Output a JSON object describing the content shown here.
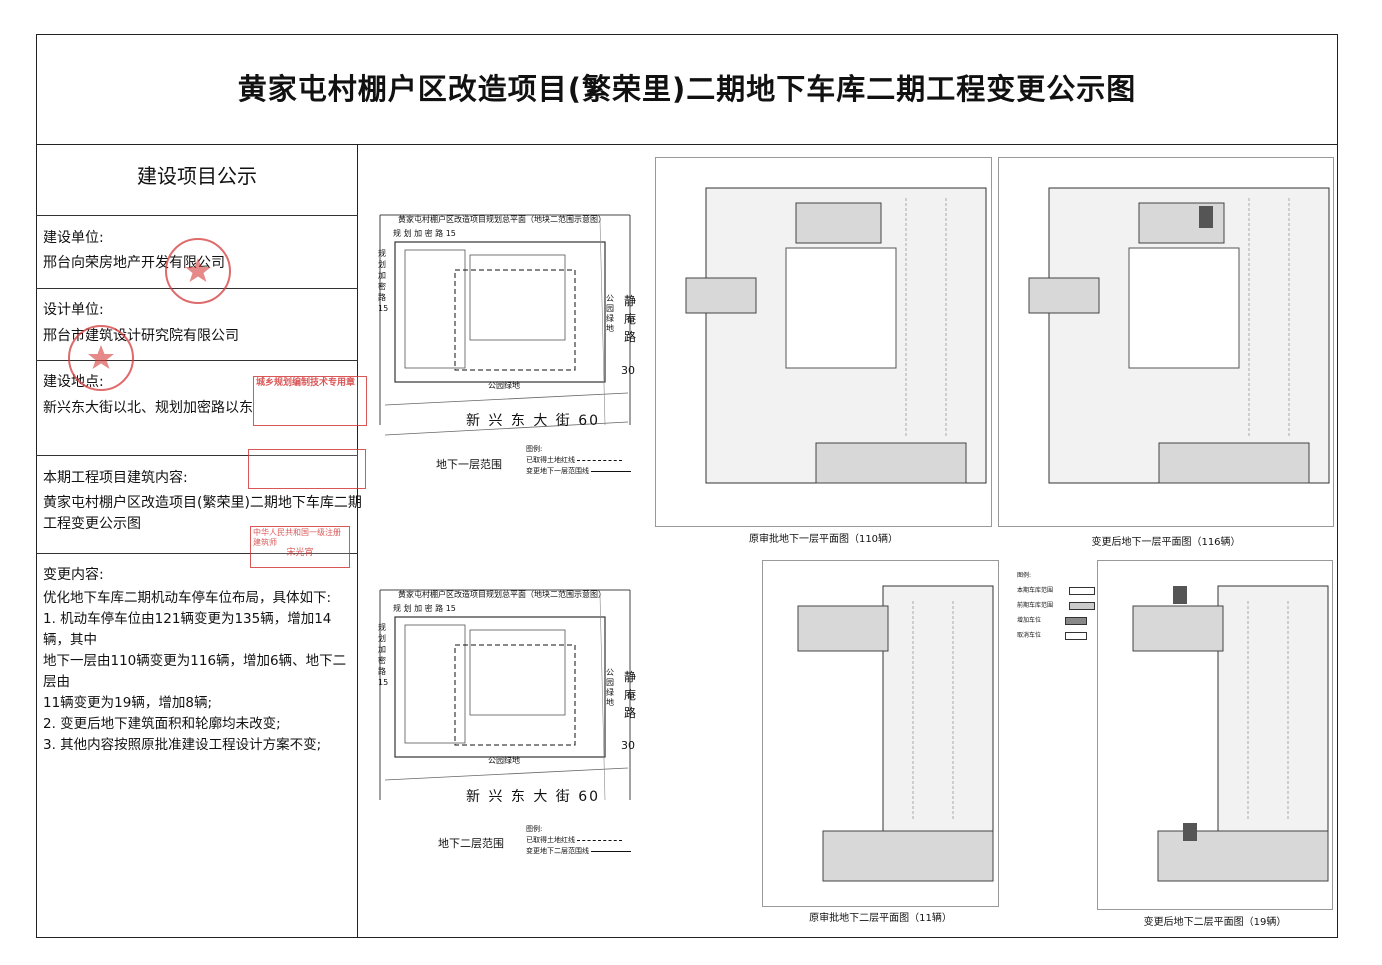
{
  "title": "黄家屯村棚户区改造项目(繁荣里)二期地下车库二期工程变更公示图",
  "left_panel": {
    "header": "建设项目公示",
    "builder_label": "建设单位:",
    "builder_value": "邢台向荣房地产开发有限公司",
    "designer_label": "设计单位:",
    "designer_value": "邢台市建筑设计研究院有限公司",
    "location_label": "建设地点:",
    "location_value": "新兴东大街以北、规划加密路以东",
    "content_label": "本期工程项目建筑内容:",
    "content_value_1": "黄家屯村棚户区改造项目(繁荣里)二期地下车库二期",
    "content_value_2": "工程变更公示图",
    "change_label": "变更内容:",
    "change_lines": [
      "优化地下车库二期机动车停车位布局，具体如下:",
      "1. 机动车停车位由121辆变更为135辆，增加14辆，其中",
      "地下一层由110辆变更为116辆，增加6辆、地下二层由",
      "11辆变更为19辆，增加8辆;",
      "2. 变更后地下建筑面积和轮廓均未改变;",
      "3. 其他内容按照原批准建设工程设计方案不变;"
    ]
  },
  "stamps": {
    "stamp1_title": "城乡规划编制技术专用章",
    "stamp2_title": "中华人民共和国一级注册建筑师",
    "stamp2_name": "宋光宵"
  },
  "site_plan": {
    "title": "黄家屯村棚户区改造项目规划总平面（地块二范围示意图）",
    "road_north": "规 划 加 密 路 15",
    "road_west": "规划加密路15",
    "road_east": "静庵路",
    "road_east_width": "30",
    "road_south": "新 兴 东 大 街 60",
    "park": "公园绿地",
    "east_park": "公园绿地",
    "legend_title": "图例:",
    "legend_item1": "已取得土地红线",
    "legend_item2_top": "变更地下一层范围线",
    "legend_item2_bottom": "变更地下二层范围线",
    "top_label": "地下一层范围",
    "bottom_label": "地下二层范围"
  },
  "floor_plans": {
    "caption_b1_original": "原审批地下一层平面图（110辆）",
    "caption_b1_changed": "变更后地下一层平面图（116辆）",
    "caption_b2_original": "原审批地下二层平面图（11辆）",
    "caption_b2_changed": "变更后地下二层平面图（19辆）",
    "legend_title": "图例:",
    "legend_items": [
      "本期车库范围",
      "前期车库范围",
      "增加车位",
      "取消车位"
    ]
  }
}
